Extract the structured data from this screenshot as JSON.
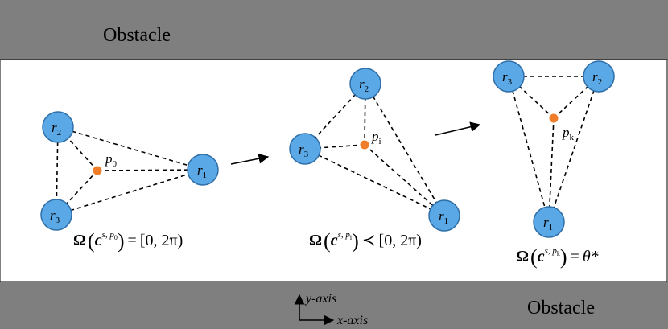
{
  "obstacles": {
    "top_label": "Obstacle",
    "bottom_label": "Obstacle"
  },
  "axes": {
    "y_label": "y-axis",
    "x_label": "x-axis"
  },
  "panels": [
    {
      "nodes": [
        {
          "id": "r2",
          "base": "r",
          "sub": "2"
        },
        {
          "id": "r3",
          "base": "r",
          "sub": "3"
        },
        {
          "id": "r1",
          "base": "r",
          "sub": "1"
        }
      ],
      "center": {
        "base": "p",
        "sub": "0"
      },
      "formula": {
        "omega": "Ω",
        "c": "c",
        "sup": "s, p",
        "sup_sub": "0",
        "relation": "=",
        "rhs": "[0, 2π)"
      }
    },
    {
      "nodes": [
        {
          "id": "r2",
          "base": "r",
          "sub": "2"
        },
        {
          "id": "r3",
          "base": "r",
          "sub": "3"
        },
        {
          "id": "r1",
          "base": "r",
          "sub": "1"
        }
      ],
      "center": {
        "base": "p",
        "sub": "i"
      },
      "formula": {
        "omega": "Ω",
        "c": "c",
        "sup": "s, p",
        "sup_sub": "i",
        "relation": "≺",
        "rhs": "[0, 2π)"
      }
    },
    {
      "nodes": [
        {
          "id": "r3",
          "base": "r",
          "sub": "3"
        },
        {
          "id": "r2",
          "base": "r",
          "sub": "2"
        },
        {
          "id": "r1",
          "base": "r",
          "sub": "1"
        }
      ],
      "center": {
        "base": "p",
        "sub": "k"
      },
      "formula": {
        "omega": "Ω",
        "c": "c",
        "sup": "s, p",
        "sup_sub": "k",
        "relation": "=",
        "rhs": "θ*"
      }
    }
  ],
  "colors": {
    "node_fill": "#5aa8e6",
    "node_stroke": "#2f6fa8",
    "center_fill": "#ef7d2a",
    "obstacle_fill": "#7f7f7f"
  }
}
